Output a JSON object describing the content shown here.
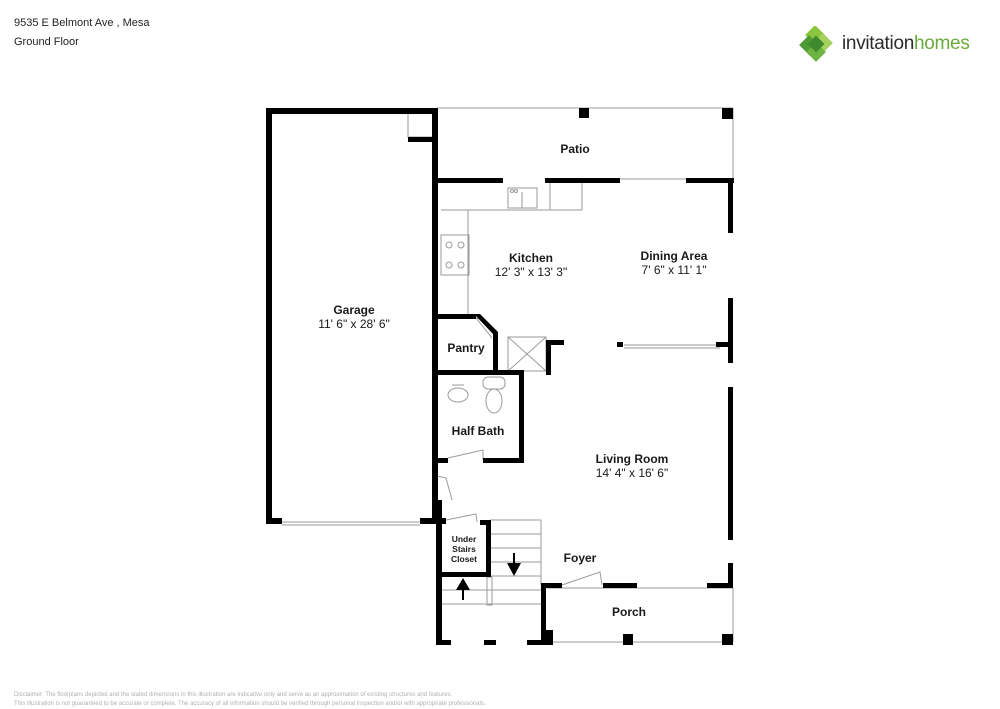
{
  "header": {
    "address": "9535 E Belmont Ave , Mesa",
    "floor": "Ground Floor"
  },
  "logo": {
    "word1": "invitation",
    "word2": "homes",
    "colors": {
      "dark_green": "#3f8a2e",
      "light_green": "#8cc63f",
      "text_dark": "#2b2b2b",
      "text_green": "#6aab3c"
    }
  },
  "rooms": {
    "garage": {
      "name": "Garage",
      "dims": "11' 6\" x 28' 6\""
    },
    "patio": {
      "name": "Patio"
    },
    "kitchen": {
      "name": "Kitchen",
      "dims": "12' 3\" x 13' 3\""
    },
    "dining": {
      "name": "Dining Area",
      "dims": "7' 6\" x 11' 1\""
    },
    "pantry": {
      "name": "Pantry"
    },
    "half_bath": {
      "name": "Half Bath"
    },
    "living": {
      "name": "Living Room",
      "dims": "14' 4\" x 16' 6\""
    },
    "closet": {
      "line1": "Under",
      "line2": "Stairs",
      "line3": "Closet"
    },
    "foyer": {
      "name": "Foyer"
    },
    "porch": {
      "name": "Porch"
    }
  },
  "disclaimer": {
    "line1": "Disclaimer: The floorplans depicted and the stated dimensions in this illustration are indicative only and serve as an approximation of existing structures and features.",
    "line2": "This illustration is not guaranteed to be accurate or complete. The accuracy of all information should be verified through personal inspection and/or with appropriate professionals."
  }
}
